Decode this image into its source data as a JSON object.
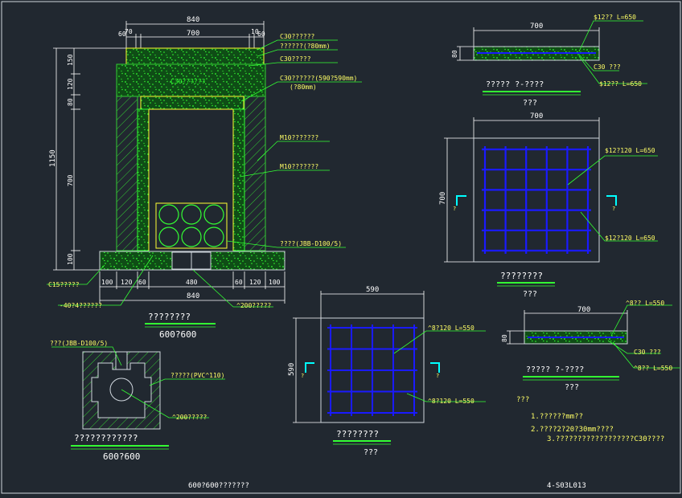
{
  "colors": {
    "background": "#212830",
    "dimension": "#ffffff",
    "concrete_outline": "#ffff33",
    "concrete_fill": "#0f4d16",
    "speckle": "#33ff33",
    "hatch": "#33cc33",
    "rebar": "#1a1aff",
    "leader": "#33ff33",
    "annotation_text": "#ffff66",
    "corner_mark": "#00ffff"
  },
  "section": {
    "dim_top_total": "840",
    "dim_top_left": "60",
    "dim_top_left2": "70",
    "dim_top_mid": "700",
    "dim_top_right": "10",
    "dim_top_right2": "60",
    "left_dims": [
      "150",
      "120",
      "80",
      "1150",
      "700",
      "100"
    ],
    "bottom_dims": [
      "100",
      "120",
      "60",
      "480",
      "60",
      "120",
      "100"
    ],
    "dim_bottom_total": "840",
    "center_label": "C30??????",
    "labels": [
      "C30??????",
      "??????(?80mm)",
      "C30?????",
      "C30??????(590?590mm)",
      "(?80mm)",
      "M10???????",
      "M10???????",
      "????(JBB-D100/5)",
      "C15?????",
      "-40?4??????",
      "^200?????"
    ],
    "title": "????????",
    "subtitle": "600?600"
  },
  "plan": {
    "label_top": "???(JBB-D100/5)",
    "label_right": "?????(PVC^110)",
    "label_bottom": "^200?????",
    "title": "????????????",
    "subtitle": "600?600"
  },
  "cover_plate_section": {
    "dim": "700",
    "thickness": "80",
    "label_top": "$12??  L=650",
    "label_mid": "C30 ???",
    "label_bottom": "$12??  L=650",
    "title": "?????  ?-????",
    "subtitle": "???"
  },
  "cover_plate_grid": {
    "dim_top": "700",
    "dim_left": "700",
    "label_1": "$12?120  L=650",
    "label_2": "$12?120  L=650",
    "mark": "?",
    "title": "????????",
    "subtitle": "???"
  },
  "inner_plate_grid": {
    "dim_top": "590",
    "dim_left": "590",
    "label_1": "^8?120  L=550",
    "label_2": "^8?120  L=550",
    "mark": "?",
    "title": "????????",
    "subtitle": "???"
  },
  "inner_plate_section": {
    "dim": "700",
    "thickness": "80",
    "label_top": "^8??  L=550",
    "label_mid": "C30 ???",
    "label_bottom": "^8??  L=550",
    "title": "?????  ?-????",
    "subtitle": "???"
  },
  "notes": {
    "heading": "???",
    "items": [
      "1.??????mm??",
      "2.????2?20?30mm????",
      "3.??????????????????C30????"
    ]
  },
  "footer": {
    "drawing_title": "600?600???????",
    "drawing_number": "4-S03L013"
  }
}
